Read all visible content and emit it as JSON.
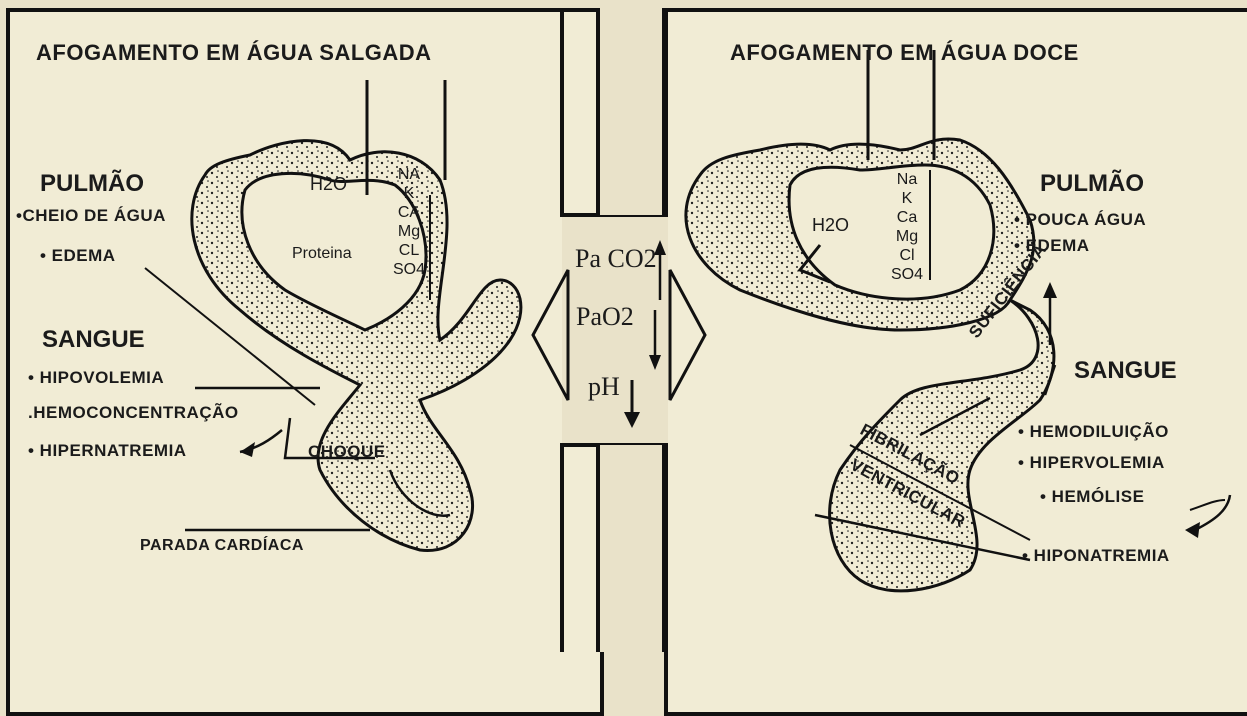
{
  "left_panel": {
    "title": "AFOGAMENTO EM ÁGUA SALGADA",
    "lung_heading": "PULMÃO",
    "lung_items": [
      "•CHEIO DE ÁGUA",
      "• EDEMA"
    ],
    "blood_heading": "SANGUE",
    "blood_items": [
      "• HIPOVOLEMIA",
      ".HEMOCONCENTRAÇÃO",
      "• HIPERNATREMIA"
    ],
    "alveolus_water": "H2O",
    "alveolus_protein": "Proteina",
    "ions": [
      "NA",
      "K",
      "CA",
      "Mg",
      "CL",
      "SO4"
    ],
    "shock_label": "CHOQUE",
    "cardiac_arrest": "PARADA CARDÍACA"
  },
  "center": {
    "paco2": "Pa CO2",
    "pao2": "PaO2",
    "ph": "pH"
  },
  "right_panel": {
    "title": "AFOGAMENTO EM ÁGUA DOCE",
    "lung_heading": "PULMÃO",
    "lung_items": [
      "• POUCA ÁGUA",
      "• EDEMA"
    ],
    "blood_heading": "SANGUE",
    "blood_items": [
      "• HEMODILUIÇÃO",
      "• HIPERVOLEMIA",
      "• HEMÓLISE",
      "• HIPONATREMIA"
    ],
    "alveolus_water": "H2O",
    "ions": [
      "Na",
      "K",
      "Ca",
      "Mg",
      "Cl",
      "SO4"
    ],
    "insufficiency": "SUFICIÊNCIA",
    "fibrillation": "FIBRILAÇÃO",
    "ventricular": "VENTRICULAR"
  },
  "colors": {
    "ink": "#111111",
    "paper": "#f1ecd5",
    "page": "#e9e2c9"
  }
}
